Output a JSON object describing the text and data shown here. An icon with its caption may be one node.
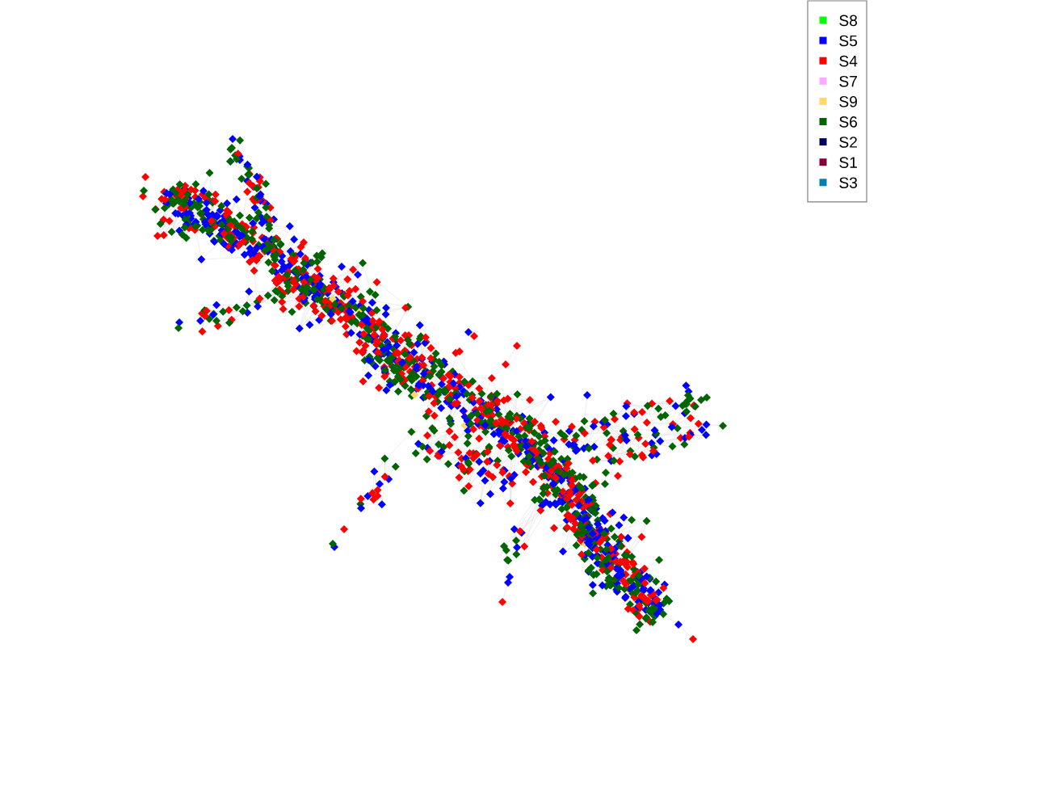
{
  "diagram": {
    "legend": [
      {
        "text": "S8",
        "color": "#00ff00"
      },
      {
        "text": "S5",
        "color": "#0000ff"
      },
      {
        "text": "S4",
        "color": "#ff0000"
      },
      {
        "text": "S7",
        "color": "#ffa8ff"
      },
      {
        "text": "S9",
        "color": "#ffd966"
      },
      {
        "text": "S6",
        "color": "#006400"
      },
      {
        "text": "S2",
        "color": "#000060"
      },
      {
        "text": "S1",
        "color": "#880038"
      },
      {
        "text": "S3",
        "color": "#0080b0"
      }
    ]
  }
}
